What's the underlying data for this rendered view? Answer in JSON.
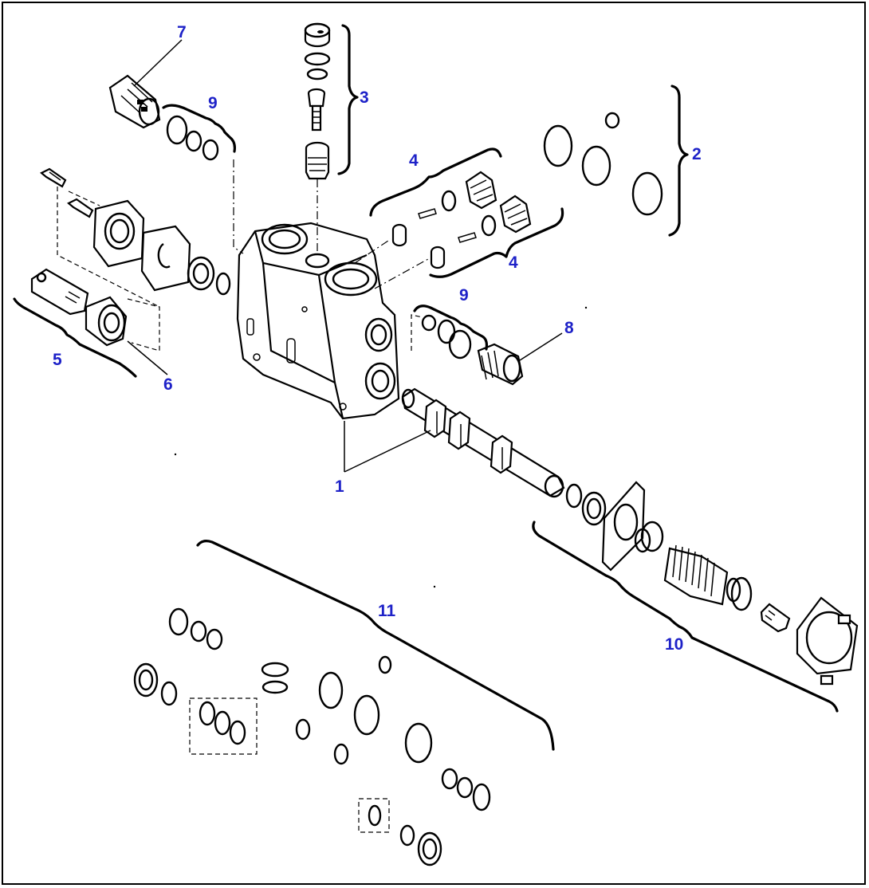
{
  "diagram": {
    "callouts": {
      "c1": "1",
      "c2": "2",
      "c3": "3",
      "c4a": "4",
      "c4b": "4",
      "c5": "5",
      "c6": "6",
      "c7": "7",
      "c8": "8",
      "c9a": "9",
      "c9b": "9",
      "c10": "10",
      "c11": "11"
    },
    "colors": {
      "callout": "#1e22c8",
      "linework": "#000000",
      "background": "#ffffff"
    }
  }
}
